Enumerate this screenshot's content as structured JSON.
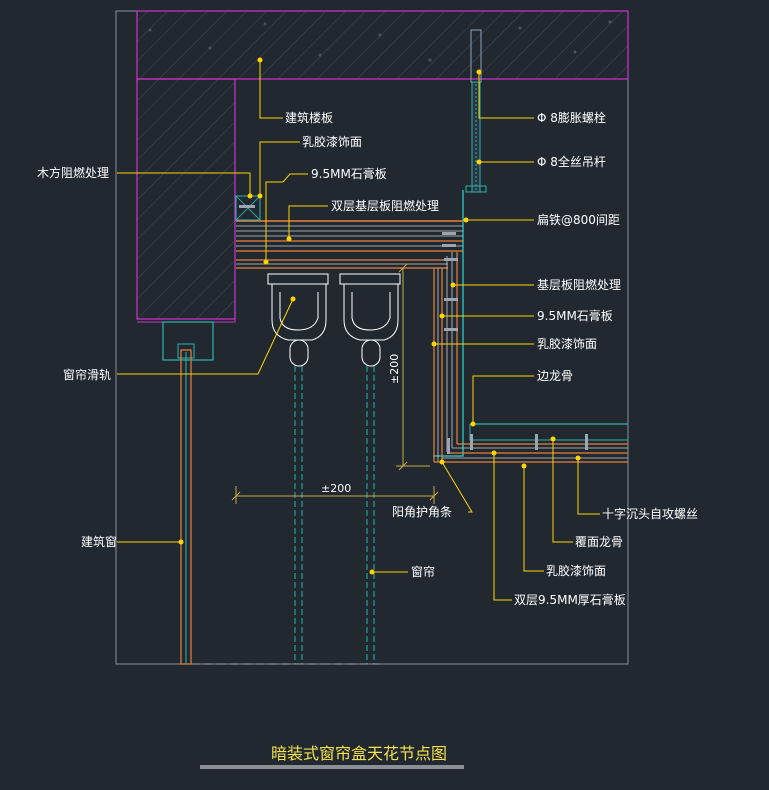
{
  "drawing": {
    "title": "暗装式窗帘盒天花节点图",
    "dimension_horizontal": "±200",
    "dimension_vertical": "±200"
  },
  "labels": {
    "building_slab": "建筑楼板",
    "latex_paint_top": "乳胶漆饰面",
    "wood_fire_treatment": "木方阻燃处理",
    "gypsum_95_top": "9.5MM石膏板",
    "double_base_fire": "双层基层板阻燃处理",
    "expansion_bolt": "Φ 8膨胀螺栓",
    "threaded_rod": "Φ 8全丝吊杆",
    "flat_iron": "扁铁@800间距",
    "base_board_fire": "基层板阻燃处理",
    "gypsum_95_right": "9.5MM石膏板",
    "latex_paint_right": "乳胶漆饰面",
    "edge_keel": "边龙骨",
    "curtain_track": "窗帘滑轨",
    "corner_guard": "阳角护角条",
    "countersunk_screw": "十字沉头自攻螺丝",
    "cover_keel": "覆面龙骨",
    "latex_paint_bottom": "乳胶漆饰面",
    "double_gypsum": "双层9.5MM厚石膏板",
    "building_window": "建筑窗",
    "curtain": "窗帘"
  },
  "colors": {
    "background": "#212830",
    "frame": "#ffffff",
    "slab_border": "#cc33cc",
    "leader": "#ffd400",
    "label_text": "#ffffff",
    "title_text": "#f4e24c",
    "orange": "#e8823a",
    "cyan": "#2bb6b0",
    "dimension": "#c8a84a"
  }
}
